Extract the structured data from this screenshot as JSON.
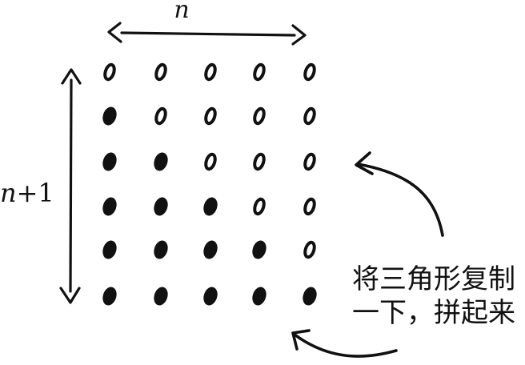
{
  "diagram": {
    "rows": 6,
    "cols": 5,
    "top_label": "n",
    "side_label_var": "n",
    "side_label_rest": "+1",
    "caption_line1": "将三角形复制",
    "caption_line2": "一下，拼起来",
    "ink_color": "#111111",
    "background": "#ffffff"
  }
}
